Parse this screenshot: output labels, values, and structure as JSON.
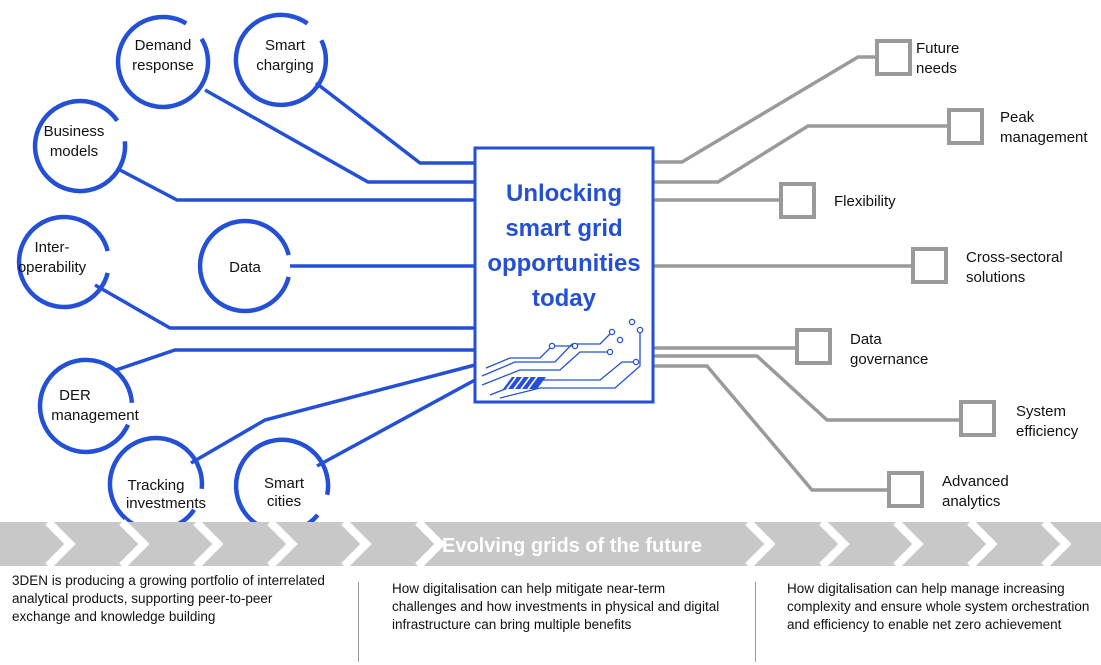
{
  "center": {
    "title_lines": [
      "Unlocking",
      "smart grid",
      "opportunities",
      "today"
    ]
  },
  "left_nodes": [
    {
      "id": "demand-response",
      "lines": [
        "Demand",
        "response"
      ]
    },
    {
      "id": "smart-charging",
      "lines": [
        "Smart",
        "charging"
      ]
    },
    {
      "id": "business-models",
      "lines": [
        "Business",
        "models"
      ]
    },
    {
      "id": "interoperability",
      "lines": [
        "Inter-",
        "operability"
      ]
    },
    {
      "id": "data",
      "lines": [
        "Data"
      ]
    },
    {
      "id": "der-management",
      "lines": [
        "DER",
        "management"
      ]
    },
    {
      "id": "tracking-investments",
      "lines": [
        "Tracking",
        "investments"
      ]
    },
    {
      "id": "smart-cities",
      "lines": [
        "Smart",
        "cities"
      ]
    }
  ],
  "right_nodes": [
    {
      "id": "future-needs",
      "lines": [
        "Future",
        "needs"
      ]
    },
    {
      "id": "peak-management",
      "lines": [
        "Peak",
        "management"
      ]
    },
    {
      "id": "flexibility",
      "lines": [
        "Flexibility"
      ]
    },
    {
      "id": "cross-sectoral-solutions",
      "lines": [
        "Cross-sectoral",
        "solutions"
      ]
    },
    {
      "id": "data-governance",
      "lines": [
        "Data",
        "governance"
      ]
    },
    {
      "id": "system-efficiency",
      "lines": [
        "System",
        "efficiency"
      ]
    },
    {
      "id": "advanced-analytics",
      "lines": [
        "Advanced",
        "analytics"
      ]
    }
  ],
  "banner": {
    "text": "Evolving  grids of the future"
  },
  "footer": {
    "col1": "3DEN is producing a growing portfolio of interrelated analytical products, supporting peer-to-peer exchange and knowledge building",
    "col2": "How digitalisation can help mitigate near-term challenges and how investments in physical and digital infrastructure can bring multiple benefits",
    "col3": "How digitalisation can help manage increasing complexity and ensure whole system orchestration and efficiency to enable net zero achievement"
  },
  "colors": {
    "blue": "#2450d6",
    "gray": "#9a9a9a",
    "banner": "#c8c8c8"
  }
}
